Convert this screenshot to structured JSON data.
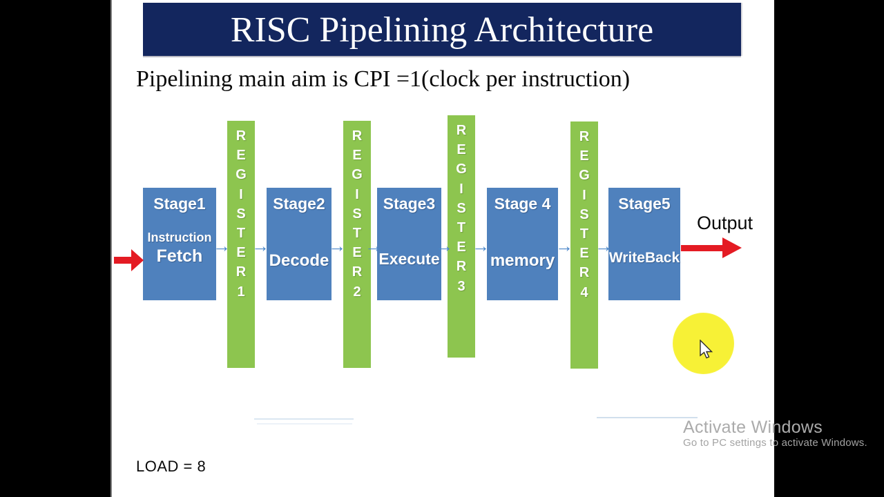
{
  "banner": {
    "title": "RISC Pipelining Architecture"
  },
  "subtitle": "Pipelining main aim is CPI =1(clock per instruction)",
  "pipeline": {
    "stages": [
      {
        "title": "Stage1",
        "sub1": "Instruction",
        "sub2": "Fetch"
      },
      {
        "title": "Stage2",
        "sub1": "",
        "sub2": "Decode"
      },
      {
        "title": "Stage3",
        "sub1": "",
        "sub2": "Execute"
      },
      {
        "title": "Stage 4",
        "sub1": "",
        "sub2": "memory"
      },
      {
        "title": "Stage5",
        "sub1": "",
        "sub2": "WriteBack"
      }
    ],
    "registers": [
      "R\nE\nG\nI\nS\nT\nE\nR\n1",
      "R\nE\nG\nI\nS\nT\nE\nR\n2",
      "R\nE\nG\nI\nS\nT\nE\nR\n3",
      "R\nE\nG\nI\nS\nT\nE\nR\n4"
    ],
    "connector_glyph": "→",
    "output_label": "Output"
  },
  "footer": {
    "load_label": "LOAD = 8"
  },
  "watermark": {
    "line1": "Activate Windows",
    "line2": "Go to PC settings to activate Windows."
  },
  "colors": {
    "banner_navy": "#13265e",
    "stage_blue": "#4f81bd",
    "register_green": "#8dc54f",
    "arrow_red": "#e41b23",
    "connector_blue": "#4a86c8",
    "highlight_yellow": "#f7f136"
  }
}
